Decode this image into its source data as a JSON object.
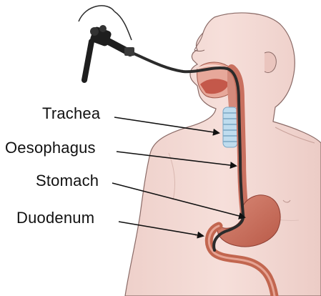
{
  "labels": {
    "trachea": "Trachea",
    "oesophagus": "Oesophagus",
    "stomach": "Stomach",
    "duodenum": "Duodenum"
  },
  "colors": {
    "skin": "#f3d7d2",
    "skin_outline": "#8a6a66",
    "endoscope": "#2b2b2b",
    "oesophagus": "#c9705f",
    "stomach": "#c9705f",
    "duodenum": "#c2664f",
    "trachea": "#a8cde4",
    "mouth": "#b0473d",
    "arrow": "#111111"
  },
  "icons": {
    "endoscope_control": "endoscope-control-handle-icon"
  }
}
